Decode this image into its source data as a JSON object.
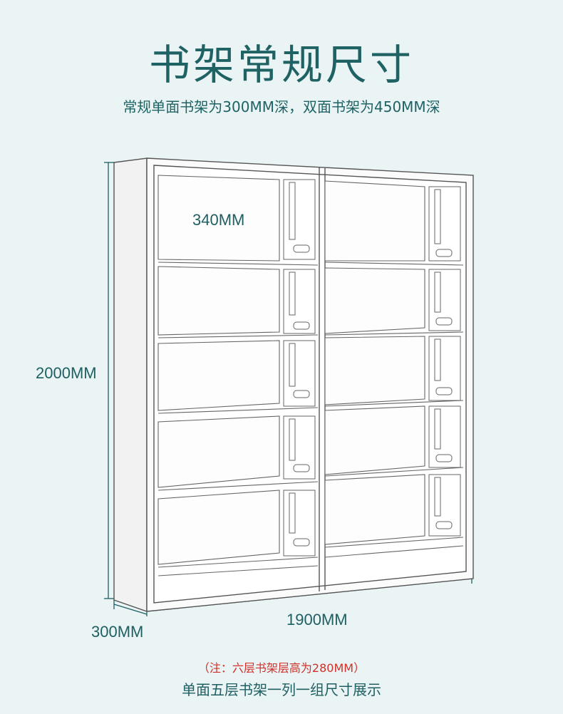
{
  "title": "书架常规尺寸",
  "subtitle": "常规单面书架为300MM深，双面书架为450MM深",
  "dimensions": {
    "height": "2000MM",
    "width": "1900MM",
    "depth": "300MM",
    "shelf_gap": "340MM"
  },
  "note": "（注：六层书架层高为280MM）",
  "caption": "单面五层书架一列一组尺寸展示",
  "colors": {
    "background": "#eaf4f5",
    "title": "#1f6264",
    "note": "#d2302a",
    "dimension_line": "#1f5f62"
  }
}
